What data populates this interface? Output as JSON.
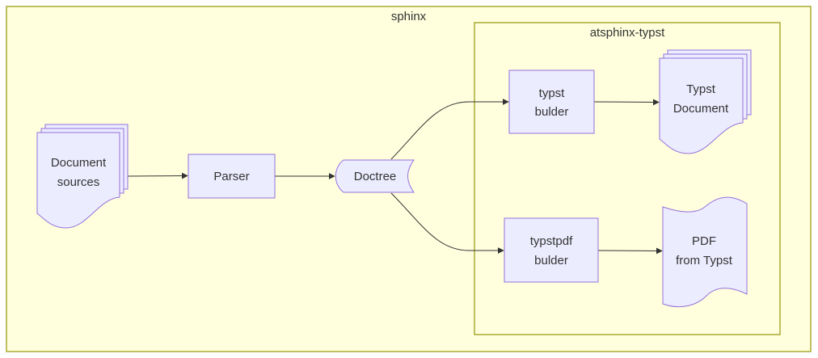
{
  "clusters": {
    "outer": {
      "label": "sphinx"
    },
    "inner": {
      "label": "atsphinx-typst"
    }
  },
  "nodes": {
    "document_sources": {
      "line1": "Document",
      "line2": "sources",
      "shape": "stacked-documents"
    },
    "parser": {
      "line1": "Parser",
      "shape": "rectangle"
    },
    "doctree": {
      "line1": "Doctree",
      "shape": "stored-data"
    },
    "typst_builder": {
      "line1": "typst",
      "line2": "bulder",
      "shape": "rectangle"
    },
    "typst_document": {
      "line1": "Typst",
      "line2": "Document",
      "shape": "stacked-documents"
    },
    "typstpdf_builder": {
      "line1": "typstpdf",
      "line2": "bulder",
      "shape": "rectangle"
    },
    "pdf_from_typst": {
      "line1": "PDF",
      "line2": "from Typst",
      "shape": "flag"
    }
  },
  "edges": [
    {
      "from": "document_sources",
      "to": "parser"
    },
    {
      "from": "parser",
      "to": "doctree"
    },
    {
      "from": "doctree",
      "to": "typst_builder"
    },
    {
      "from": "doctree",
      "to": "typstpdf_builder"
    },
    {
      "from": "typst_builder",
      "to": "typst_document"
    },
    {
      "from": "typstpdf_builder",
      "to": "pdf_from_typst"
    }
  ],
  "colors": {
    "node_fill": "#ECECFF",
    "node_stroke": "#9370DB",
    "cluster_fill": "#FFFFDE",
    "cluster_stroke": "#AAAA33",
    "edge": "#333333",
    "text": "#333333"
  }
}
